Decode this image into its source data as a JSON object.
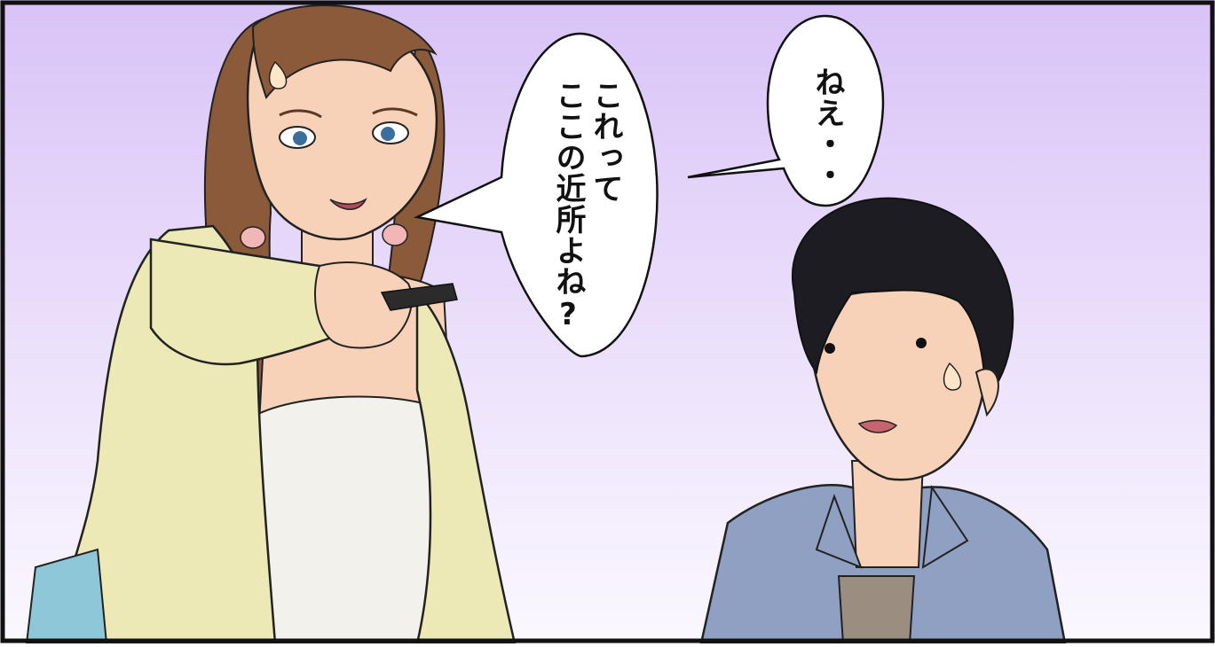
{
  "panel": {
    "bubble_left": {
      "lines": [
        "これって",
        "ここの近所よね?"
      ]
    },
    "bubble_right": {
      "lines": [
        "ねえ・・"
      ]
    }
  },
  "colors": {
    "sky_top": "#dcc8f8",
    "sky_bottom": "#fbf7ff",
    "border": "#111111",
    "cardigan": "#ece9b6",
    "hair_woman": "#8a5a3b",
    "hair_man": "#1c1c22",
    "shirt_man": "#8fa0c2",
    "skin": "#f7d2b8"
  }
}
